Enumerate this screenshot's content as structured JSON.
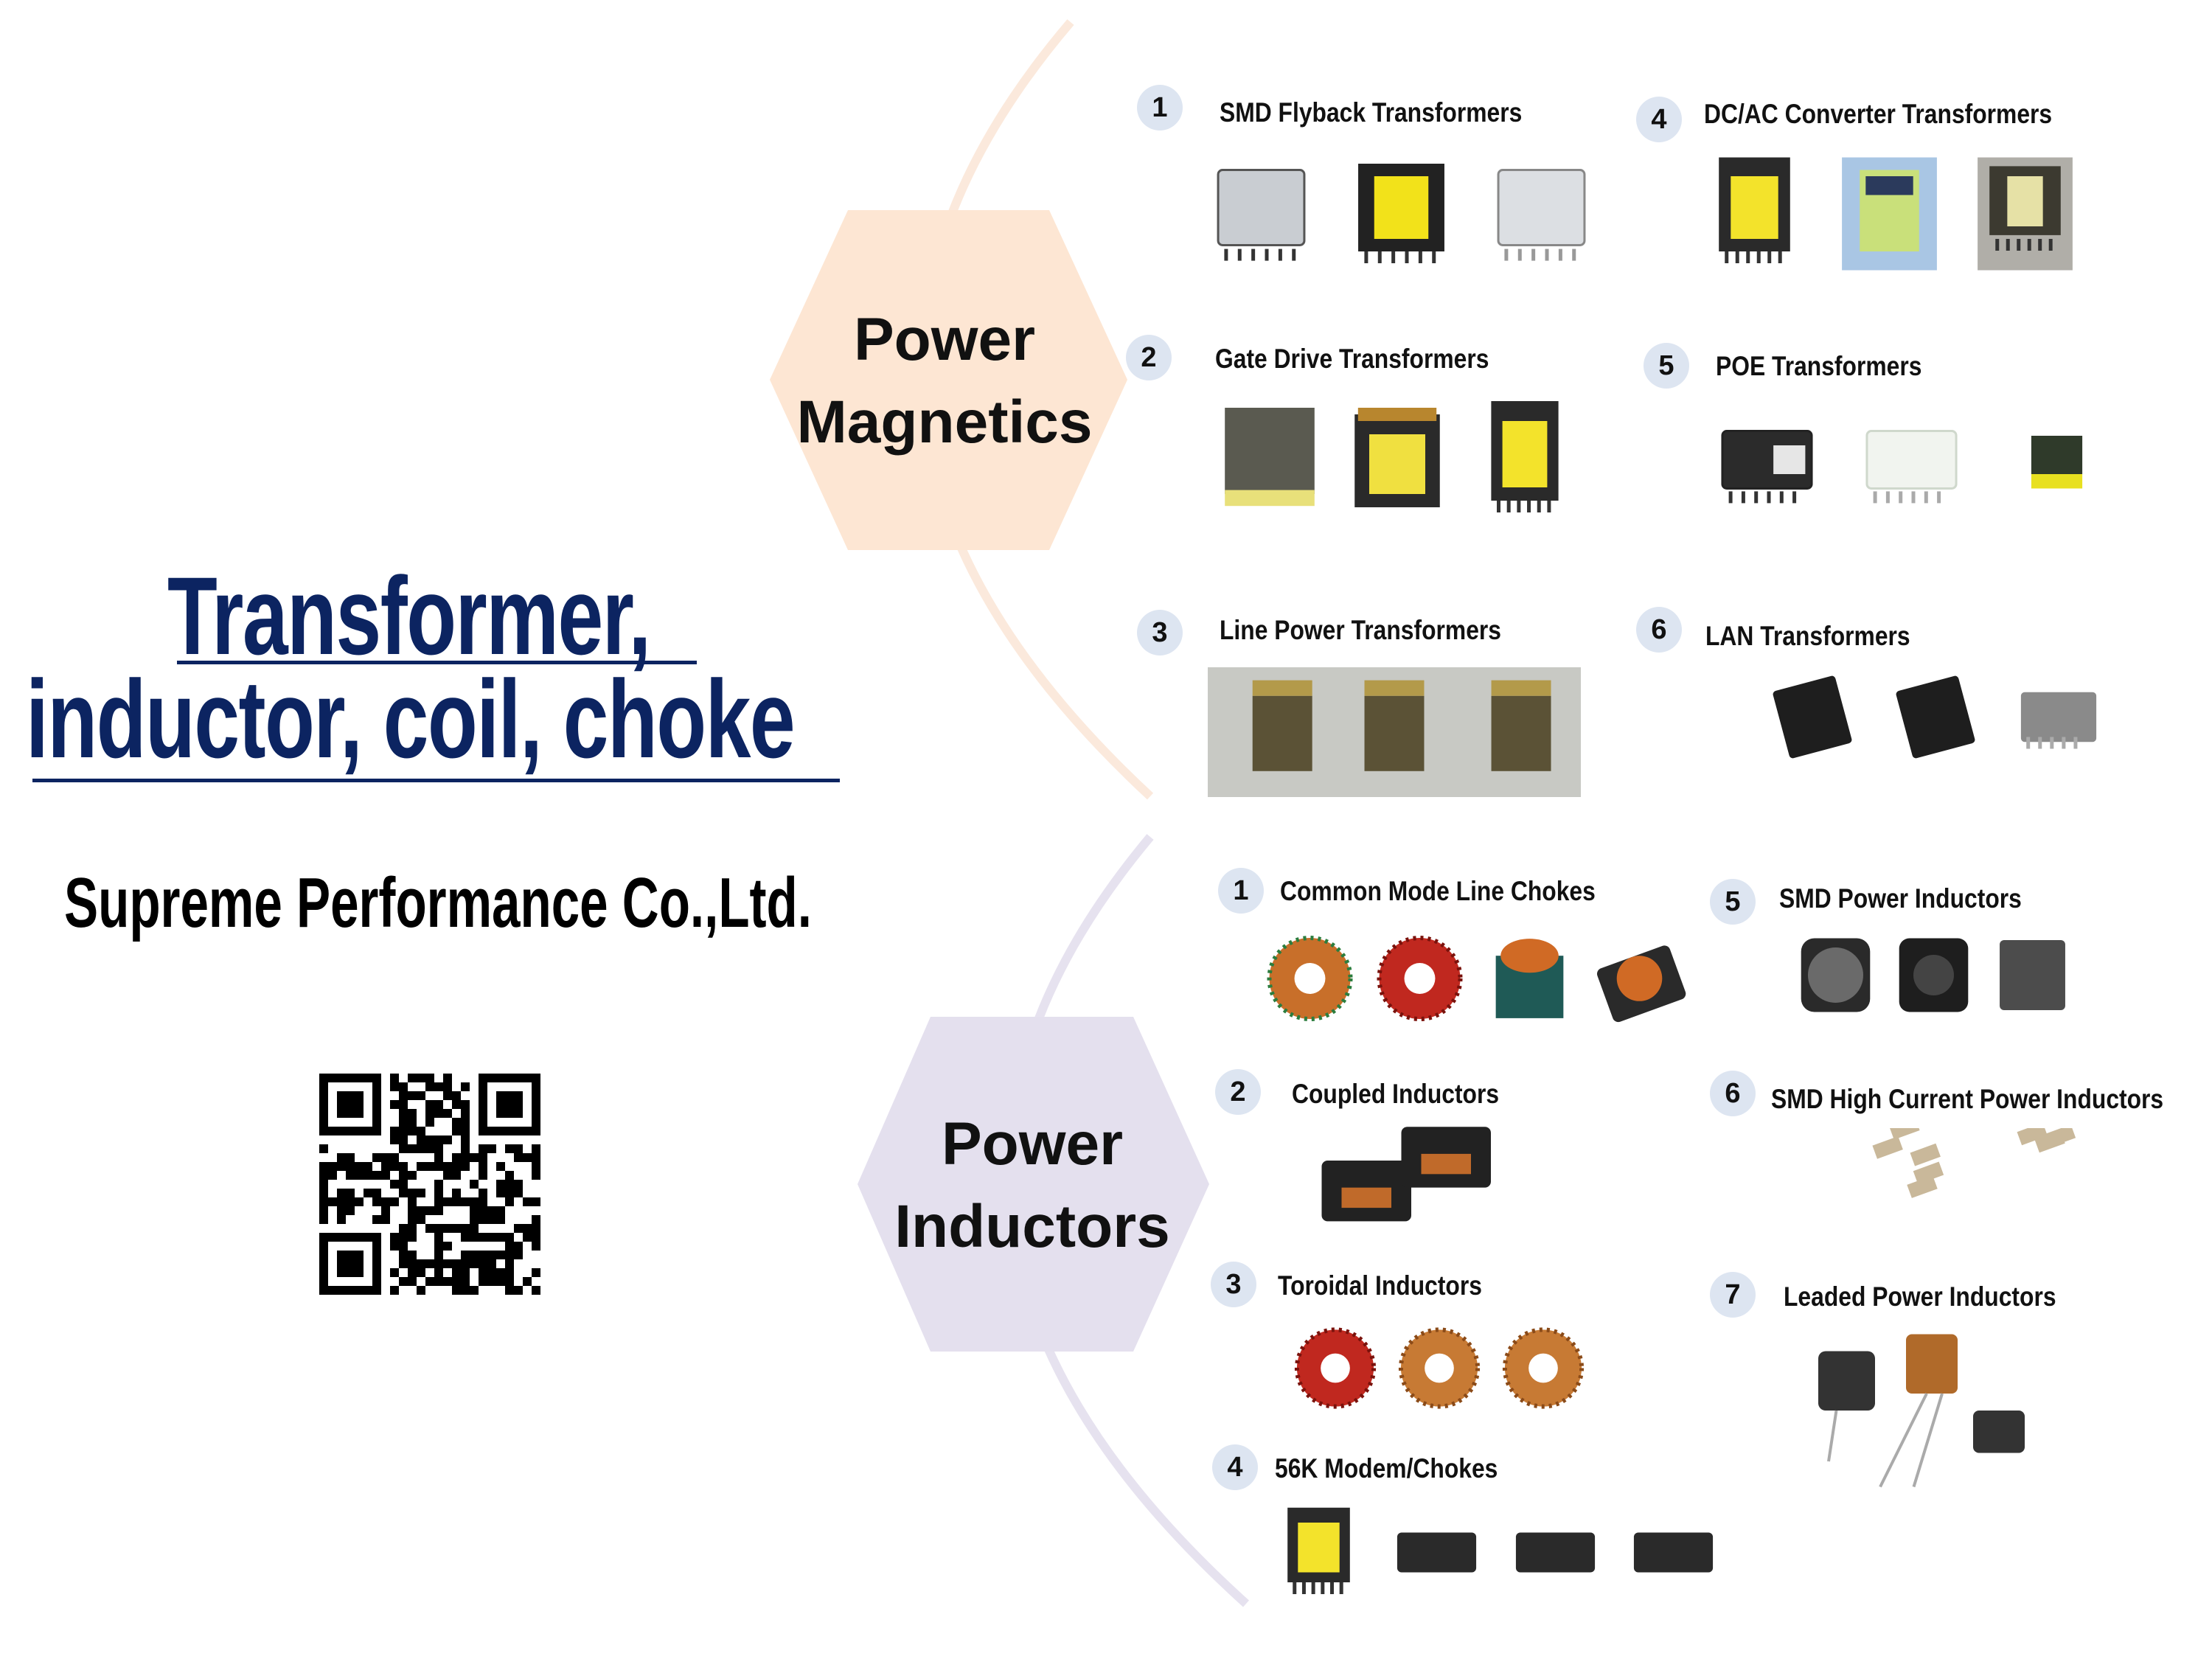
{
  "headline": {
    "line1": "Transformer,",
    "line2": "inductor, coil, choke"
  },
  "company": "Supreme Performance Co.,Ltd.",
  "qr_code": {
    "icon": "qr-code"
  },
  "colors": {
    "title": "#0c2461",
    "magnetics_hex": "#fde6d3",
    "inductors_hex": "#e4e0ee",
    "number_badge": "#dde5f1"
  },
  "power_magnetics": {
    "line1": "Power",
    "line2": "Magnetics",
    "items": [
      {
        "num": "1",
        "label": "SMD Flyback Transformers",
        "images": [
          "shielded-smd",
          "yellow-bobbin-smd",
          "silver-smd"
        ]
      },
      {
        "num": "4",
        "label": "DC/AC Converter Transformers",
        "images": [
          "yellow-bobbin-vertical",
          "green-bobbin",
          "ferrite-vertical"
        ]
      },
      {
        "num": "2",
        "label": "Gate Drive Transformers",
        "images": [
          "ferrite-box",
          "wound-bobbin",
          "yellow-bobbin-vertical"
        ]
      },
      {
        "num": "5",
        "label": "POE Transformers",
        "images": [
          "black-smd",
          "white-smd",
          "small-yellow-smd"
        ]
      },
      {
        "num": "3",
        "label": "Line Power Transformers",
        "images": [
          "photo-line-power"
        ]
      },
      {
        "num": "6",
        "label": "LAN Transformers",
        "images": [
          "black-chip",
          "black-chip",
          "gray-chip"
        ]
      }
    ]
  },
  "power_inductors": {
    "line1": "Power",
    "line2": "Inductors",
    "items": [
      {
        "num": "1",
        "label": "Common Mode Line Chokes",
        "images": [
          "toroid-choke",
          "toroid-red",
          "green-choke",
          "black-choke"
        ]
      },
      {
        "num": "5",
        "label": "SMD Power Inductors",
        "images": [
          "smd-power-100",
          "smd-power-dark",
          "smd-power-gray"
        ]
      },
      {
        "num": "2",
        "label": "Coupled Inductors",
        "images": [
          "coupled-inductor"
        ]
      },
      {
        "num": "6",
        "label": "SMD High Current Power Inductors",
        "images": [
          "chip-cluster"
        ]
      },
      {
        "num": "3",
        "label": "Toroidal Inductors",
        "images": [
          "toroid-red",
          "toroid-copper",
          "toroid-copper"
        ]
      },
      {
        "num": "7",
        "label": "Leaded Power Inductors",
        "images": [
          "leaded-inductor"
        ]
      },
      {
        "num": "4",
        "label": "56K Modem/Chokes",
        "images": [
          "yellow-bobbin-vertical",
          "black-chip-flat",
          "black-chip-flat",
          "black-chip-flat"
        ]
      }
    ]
  }
}
